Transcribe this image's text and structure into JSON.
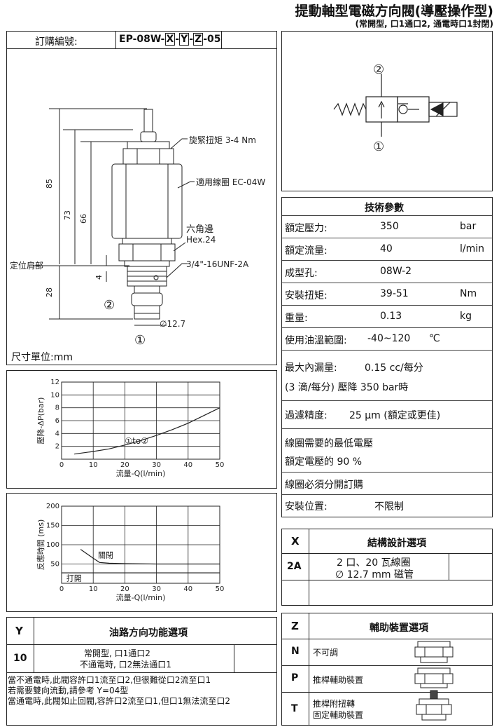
{
  "header": {
    "title": "提動軸型電磁方向閥(導壓操作型)",
    "subtitle": "(常開型, 口1通口2, 通電時口1封閉)"
  },
  "order": {
    "label": "訂購編號:",
    "code_prefix": "EP-08W-",
    "x": "X",
    "y": "Y",
    "z": "Z",
    "sep": "-",
    "code_suffix": "-05"
  },
  "drawing": {
    "torque_note": "旋緊扭矩 3-4 Nm",
    "coil_note": "適用線圈 EC-04W",
    "hex_label": "六角邊",
    "hex_size": "Hex.24",
    "thread": "3/4\"-16UNF-2A",
    "locate_label": "定位肩部",
    "dim_85": "85",
    "dim_73": "73",
    "dim_66": "66",
    "dim_28": "28",
    "dim_4": "4",
    "dia": "∅12.7",
    "port1": "①",
    "port2": "②",
    "unit_label": "尺寸單位:mm"
  },
  "symbol": {
    "port1": "①",
    "port2": "②"
  },
  "specs": {
    "title": "技術參數",
    "rows": [
      {
        "label": "額定壓力:",
        "value": "350",
        "unit": "bar"
      },
      {
        "label": "額定流量:",
        "value": "40",
        "unit": "l/min"
      },
      {
        "label": "成型孔:",
        "value": "08W-2",
        "unit": ""
      },
      {
        "label": "安裝扭矩:",
        "value": "39-51",
        "unit": "Nm"
      },
      {
        "label": "重量:",
        "value": "0.13",
        "unit": "kg"
      },
      {
        "label": "使用油溫範圍:",
        "value": "-40~120",
        "unit": "℃"
      }
    ],
    "leak_line1_label": "最大內漏量:",
    "leak_line1_value": "0.15 cc/每分",
    "leak_line2": "(3 滴/每分) 壓降 350 bar時",
    "filter_label": "過濾精度:",
    "filter_value": "25 μm (額定或更佳)",
    "coil_v1": "線圈需要的最低電壓",
    "coil_v2": "額定電壓的 90 %",
    "coil_order": "線圈必須分開訂購",
    "mount_label": "安裝位置:",
    "mount_value": "不限制"
  },
  "x_table": {
    "h1": "X",
    "h2": "結構設計選項",
    "code": "2A",
    "line1": "2 口、20 瓦線圈",
    "line2": "∅ 12.7 mm 磁管"
  },
  "y_table": {
    "h1": "Y",
    "h2": "油路方向功能選項",
    "code": "10",
    "line1": "常開型, 口1通口2",
    "line2": "不通電時, 口2無法通口1",
    "notes": [
      "當不通電時,此閥容許口1流至口2,但很難從口2流至口1",
      "若需要雙向流動,請參考 Y=04型",
      "當通電時,此閥如止回閥,容許口2流至口1,但口1無法流至口2"
    ]
  },
  "z_table": {
    "h1": "Z",
    "h2": "輔助裝置選項",
    "rows": [
      {
        "code": "N",
        "desc": "不可調",
        "desc2": ""
      },
      {
        "code": "P",
        "desc": "推桿輔助裝置",
        "desc2": ""
      },
      {
        "code": "T",
        "desc": "推桿附扭轉",
        "desc2": "固定輔助裝置"
      }
    ]
  },
  "chart_data": [
    {
      "type": "line",
      "title": "",
      "xlabel": "流量-Q(l/min)",
      "ylabel": "壓降-ΔP(bar)",
      "xlim": [
        0,
        50
      ],
      "ylim": [
        0,
        12
      ],
      "xticks": [
        0,
        10,
        20,
        30,
        40,
        50
      ],
      "yticks": [
        2,
        4,
        6,
        8,
        10,
        12
      ],
      "grid": true,
      "annotation": "①to②",
      "series": [
        {
          "name": "",
          "x": [
            4,
            10,
            15,
            20,
            25,
            30,
            35,
            40,
            45,
            50
          ],
          "y": [
            0.8,
            1.2,
            1.6,
            2.2,
            2.9,
            3.7,
            4.6,
            5.6,
            6.8,
            8.0
          ]
        }
      ]
    },
    {
      "type": "line",
      "title": "",
      "xlabel": "流量-Q(l/min)",
      "ylabel": "反應時間 (ms)",
      "xlim": [
        0,
        50
      ],
      "ylim": [
        0,
        200
      ],
      "xticks": [
        0,
        10,
        20,
        30,
        40,
        50
      ],
      "yticks": [
        50,
        100,
        150,
        200
      ],
      "grid": true,
      "series": [
        {
          "name": "關閉",
          "x": [
            6,
            10,
            12,
            15,
            20,
            30,
            40,
            50
          ],
          "y": [
            88,
            65,
            54,
            52,
            51,
            50,
            50,
            50
          ]
        },
        {
          "name": "打開",
          "x": [
            0,
            10,
            50
          ],
          "y": [
            27,
            27,
            27
          ]
        }
      ]
    }
  ]
}
